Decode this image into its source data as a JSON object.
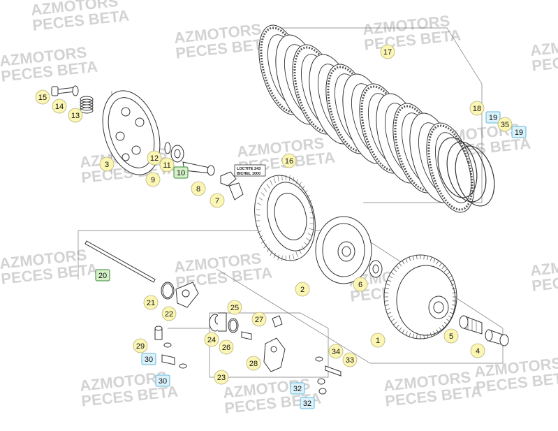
{
  "watermark": {
    "line1": "AZMOTORS",
    "line2": "PECES BETA"
  },
  "note": {
    "line1": "LOCTITE 243",
    "line2": "BICHEL 1000"
  },
  "colors": {
    "label_yellow": "#fbf6b4",
    "label_green": "#d6f0c8",
    "label_blue": "#dcf2fb",
    "label_border": "#b8b27a",
    "label_border_green": "#3a8a3a",
    "label_border_blue": "#5fb8d8",
    "line": "#444444",
    "part_fill": "#ffffff",
    "watermark": "#d3d3d3"
  },
  "callouts": [
    {
      "n": "1",
      "style": "yellow"
    },
    {
      "n": "2",
      "style": "yellow"
    },
    {
      "n": "3",
      "style": "yellow"
    },
    {
      "n": "4",
      "style": "yellow"
    },
    {
      "n": "5",
      "style": "yellow"
    },
    {
      "n": "6",
      "style": "yellow"
    },
    {
      "n": "7",
      "style": "yellow"
    },
    {
      "n": "8",
      "style": "yellow"
    },
    {
      "n": "9",
      "style": "yellow"
    },
    {
      "n": "10",
      "style": "green"
    },
    {
      "n": "11",
      "style": "yellow"
    },
    {
      "n": "12",
      "style": "yellow"
    },
    {
      "n": "13",
      "style": "yellow"
    },
    {
      "n": "14",
      "style": "yellow"
    },
    {
      "n": "15",
      "style": "yellow"
    },
    {
      "n": "16",
      "style": "yellow"
    },
    {
      "n": "17",
      "style": "yellow"
    },
    {
      "n": "18",
      "style": "yellow"
    },
    {
      "n": "19",
      "style": "blue"
    },
    {
      "n": "35",
      "style": "yellow"
    },
    {
      "n": "19",
      "style": "blue"
    },
    {
      "n": "20",
      "style": "green"
    },
    {
      "n": "21",
      "style": "yellow"
    },
    {
      "n": "22",
      "style": "yellow"
    },
    {
      "n": "25",
      "style": "yellow"
    },
    {
      "n": "27",
      "style": "yellow"
    },
    {
      "n": "24",
      "style": "yellow"
    },
    {
      "n": "26",
      "style": "yellow"
    },
    {
      "n": "29",
      "style": "yellow"
    },
    {
      "n": "30",
      "style": "blue"
    },
    {
      "n": "30",
      "style": "blue"
    },
    {
      "n": "28",
      "style": "yellow"
    },
    {
      "n": "23",
      "style": "yellow"
    },
    {
      "n": "34",
      "style": "yellow"
    },
    {
      "n": "33",
      "style": "yellow"
    },
    {
      "n": "32",
      "style": "blue"
    },
    {
      "n": "32",
      "style": "blue"
    }
  ]
}
